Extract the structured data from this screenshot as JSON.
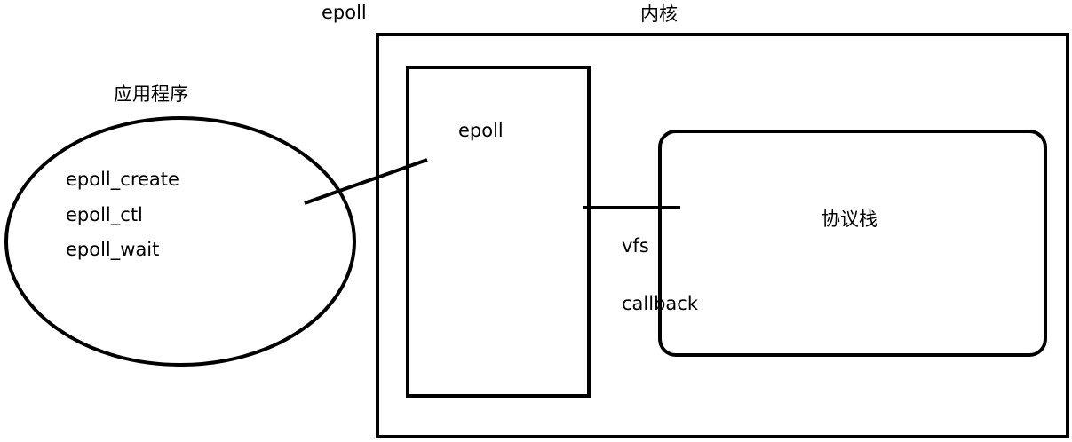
{
  "labels": {
    "epoll_top": "epoll",
    "kernel": "内核",
    "application": "应用程序",
    "epoll_create": "epoll_create",
    "epoll_ctl": "epoll_ctl",
    "epoll_wait": "epoll_wait",
    "epoll_inner": "epoll",
    "protocol_stack": "协议栈",
    "vfs": "vfs",
    "callback": "callback"
  },
  "colors": {
    "stroke": "#000000",
    "background": "#ffffff"
  }
}
